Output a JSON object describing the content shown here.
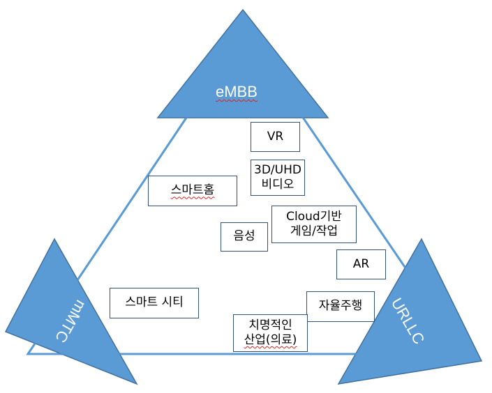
{
  "diagram": {
    "corners": {
      "top": "eMBB",
      "left": "mMTC",
      "right": "URLLC"
    },
    "boxes": {
      "vr": "VR",
      "uhd_video": [
        "3D/UHD",
        "비디오"
      ],
      "smart_home": "스마트홈",
      "voice": "음성",
      "cloud_game": [
        "Cloud기반",
        "게임/작업"
      ],
      "ar": "AR",
      "smart_city": "스마트 시티",
      "autonomous_driving": "자율주행",
      "critical_industry": [
        "치명적인",
        "산업(의료)"
      ]
    },
    "colors": {
      "triangle_fill": "#5b9bd5",
      "triangle_stroke": "#41719c",
      "box_border": "#2f4f7f"
    }
  }
}
